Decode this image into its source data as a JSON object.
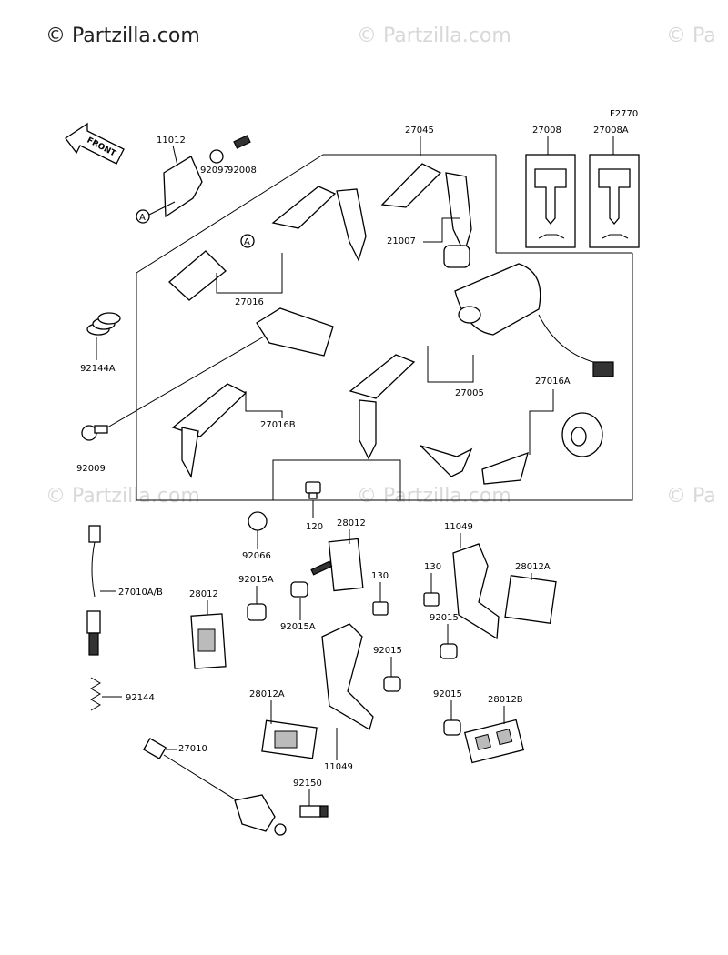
{
  "watermark": {
    "main": "© Partzilla.com",
    "faint": "© Partzilla.com",
    "edge": "© Pa"
  },
  "figure_code": "F2770",
  "front_label": "FRONT",
  "ref_marker": "A",
  "parts": {
    "p11012": "11012",
    "p92008": "92008",
    "p92097": "92097",
    "p27045": "27045",
    "p27008": "27008",
    "p27008A": "27008A",
    "p21007": "21007",
    "p27016": "27016",
    "p92144A": "92144A",
    "p27016B": "27016B",
    "p27005": "27005",
    "p27016A": "27016A",
    "p92009": "92009",
    "p120": "120",
    "p92066": "92066",
    "p28012_top": "28012",
    "p11049_top": "11049",
    "p27010AB": "27010A/B",
    "p130_mid": "130",
    "p28012A_right": "28012A",
    "p92015A_left": "92015A",
    "p28012_left": "28012",
    "p92015A_mid": "92015A",
    "p130_right": "130",
    "p92015_right": "92015",
    "p92015_mid": "92015",
    "p92144": "92144",
    "p28012A_bottom": "28012A",
    "p92015_bottom": "92015",
    "p28012B": "28012B",
    "p27010": "27010",
    "p11049_bottom": "11049",
    "p92150": "92150"
  }
}
